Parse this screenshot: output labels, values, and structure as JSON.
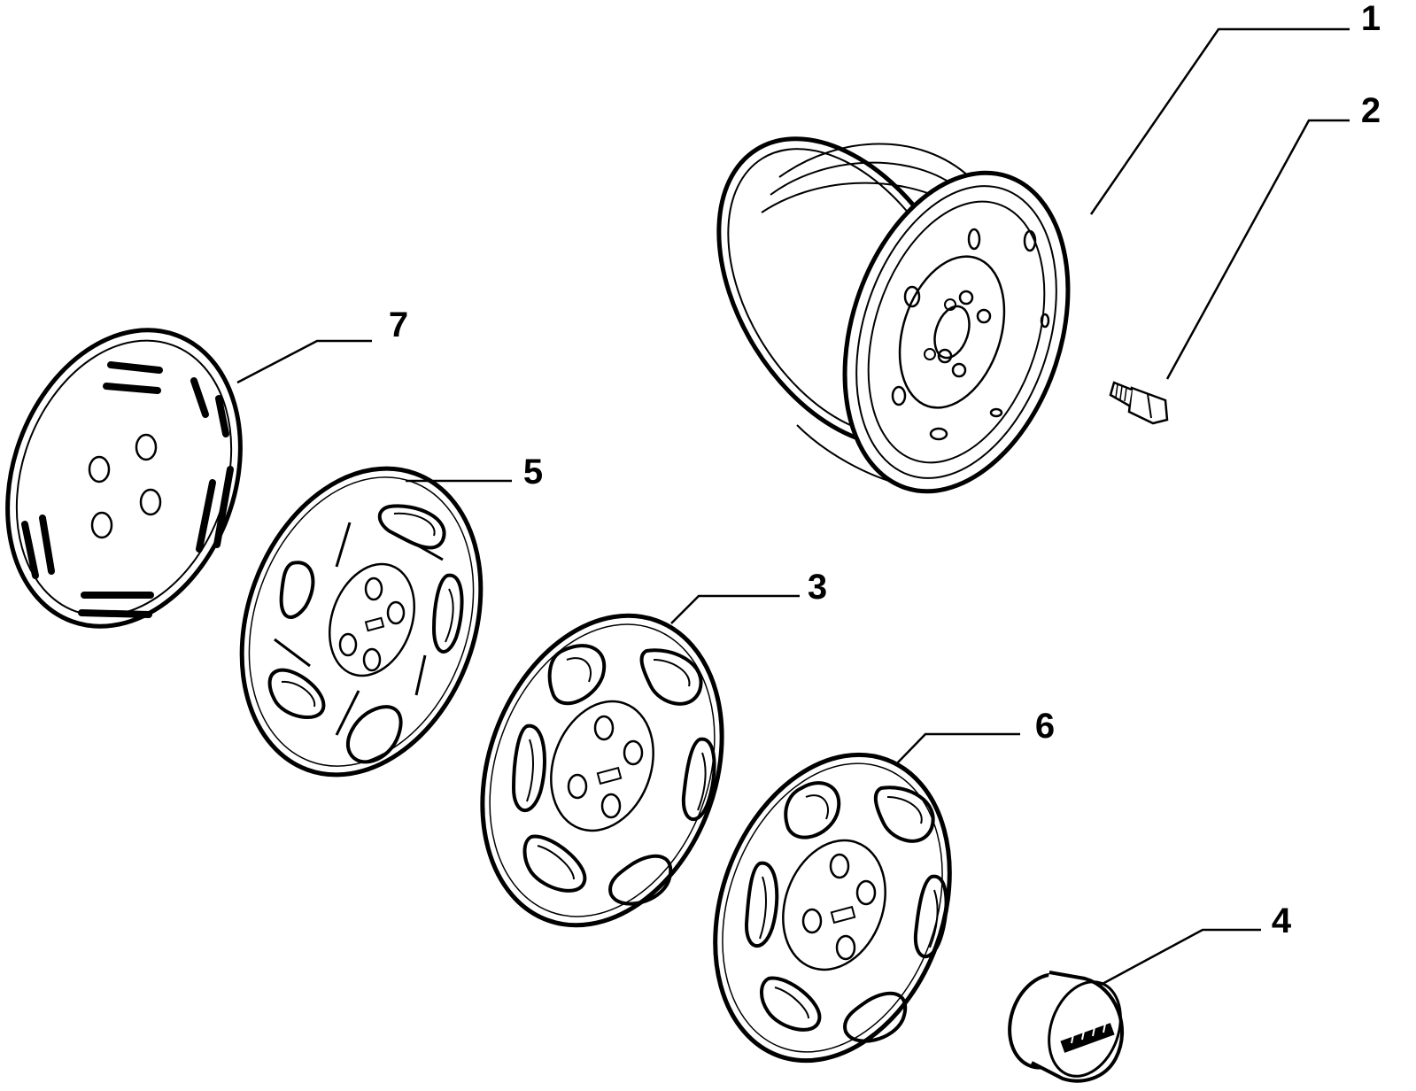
{
  "diagram": {
    "colors": {
      "ink": "#000000",
      "paper": "#ffffff"
    },
    "callouts": [
      {
        "id": "wheel-rim",
        "label": "1"
      },
      {
        "id": "wheel-bolt",
        "label": "2"
      },
      {
        "id": "hubcap-b",
        "label": "3"
      },
      {
        "id": "center-cap",
        "label": "4"
      },
      {
        "id": "hubcap-a",
        "label": "5"
      },
      {
        "id": "hubcap-c",
        "label": "6"
      },
      {
        "id": "wheel-cover-slotted",
        "label": "7"
      }
    ]
  }
}
